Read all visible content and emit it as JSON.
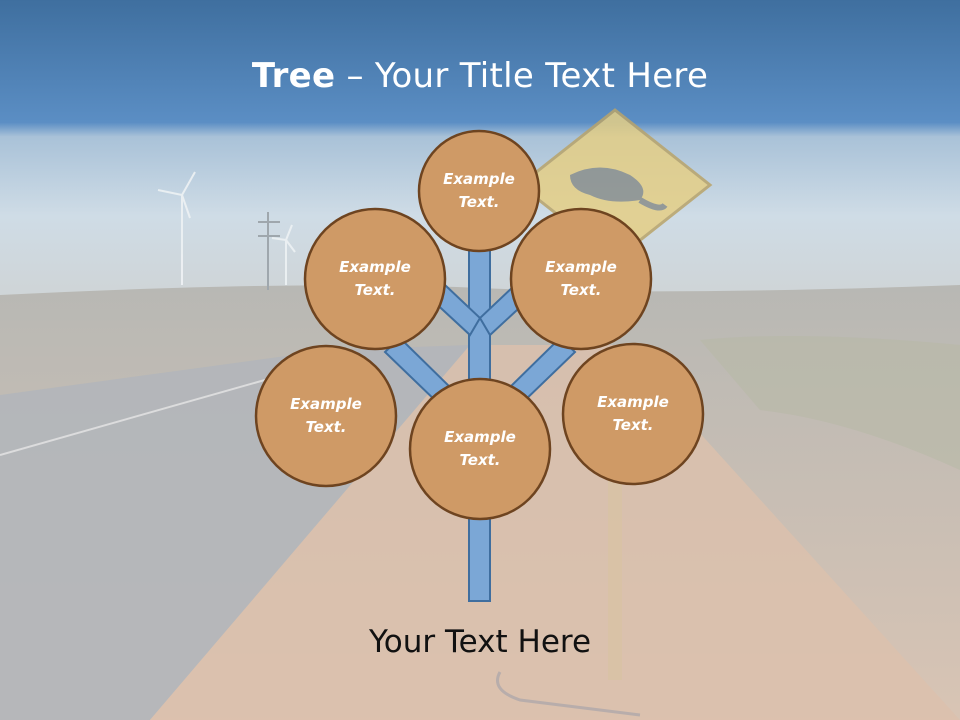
{
  "slide": {
    "title_bold": "Tree",
    "title_rest": " – Your Title Text Here",
    "footer": "Your Text Here"
  },
  "nodes": [
    {
      "line1": "Example",
      "line2": "Text."
    },
    {
      "line1": "Example",
      "line2": "Text."
    },
    {
      "line1": "Example",
      "line2": "Text."
    },
    {
      "line1": "Example",
      "line2": "Text."
    },
    {
      "line1": "Example",
      "line2": "Text."
    },
    {
      "line1": "Example",
      "line2": "Text."
    }
  ],
  "colors": {
    "header_blue": "#5b8ec4",
    "circle_fill": "#cf9a66",
    "circle_stroke": "#6e4420",
    "branch_fill": "#7ba7d6",
    "branch_stroke": "#3f6e9f"
  }
}
